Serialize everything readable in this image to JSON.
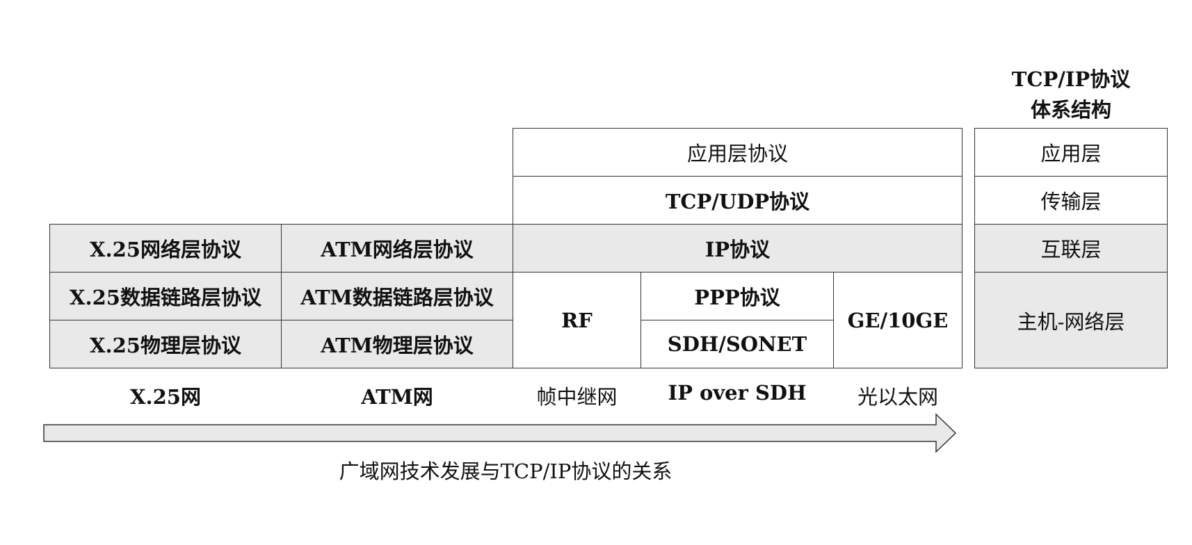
{
  "x25": {
    "network_layer": "X.25网络层协议",
    "datalink_layer": "X.25数据链路层协议",
    "physical_layer": "X.25物理层协议",
    "label": "X.25网"
  },
  "atm": {
    "network_layer": "ATM网络层协议",
    "datalink_layer": "ATM数据链路层协议",
    "physical_layer": "ATM物理层协议",
    "label": "ATM网"
  },
  "tcpip_stack": {
    "application": "应用层协议",
    "transport": "TCP/UDP协议",
    "internet": "IP协议",
    "rf": "RF",
    "ppp": "PPP协议",
    "sdh_sonet": "SDH/SONET",
    "ge": "GE/10GE",
    "labels": {
      "frame_relay": "帧中继网",
      "ip_over_sdh": "IP over SDH",
      "optical_ethernet": "光以太网"
    }
  },
  "architecture": {
    "title_line1": "TCP/IP协议",
    "title_line2": "体系结构",
    "application": "应用层",
    "transport": "传输层",
    "internet": "互联层",
    "host_network": "主机-网络层"
  },
  "caption": "广域网技术发展与TCP/IP协议的关系",
  "colors": {
    "shaded": "#e9e9e9",
    "border": "#333333",
    "arrow_fill": "#e9e9e9"
  }
}
